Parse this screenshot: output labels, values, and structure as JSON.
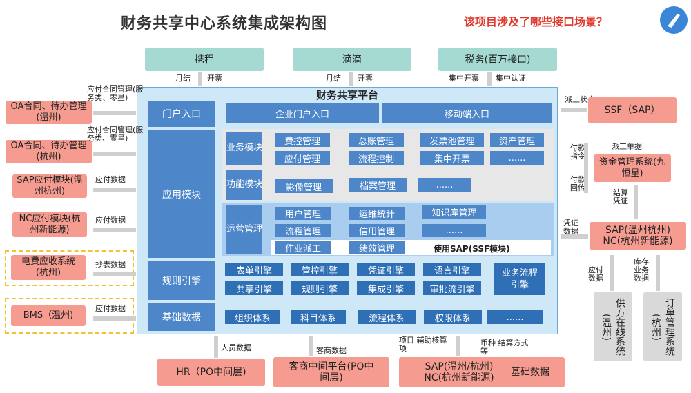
{
  "title": "财务共享中心系统集成架构图",
  "question": "该项目涉及了哪些接口场景？",
  "top_systems": [
    {
      "name": "携程",
      "labels": [
        "月结",
        "开票"
      ]
    },
    {
      "name": "滴滴",
      "labels": [
        "月结",
        "开票"
      ]
    },
    {
      "name": "税务(百万接口)",
      "labels": [
        "集中开票",
        "集中认证"
      ]
    }
  ],
  "platform": {
    "title": "财务共享平台",
    "portal": {
      "header": "门户入口",
      "items": [
        "企业门户入口",
        "移动端入口"
      ]
    },
    "app": {
      "header": "应用模块",
      "business": {
        "label": "业务模块",
        "items": [
          "费控管理",
          "总账管理",
          "发票池管理",
          "资产管理",
          "应付管理",
          "流程控制",
          "集中开票",
          "......"
        ]
      },
      "function": {
        "label": "功能模块",
        "items": [
          "影像管理",
          "档案管理",
          "......"
        ]
      },
      "ops": {
        "label": "运营管理",
        "items": [
          "用户管理",
          "运维统计",
          "知识库管理",
          "流程管理",
          "信用管理",
          "......",
          "作业派工",
          "绩效管理"
        ],
        "note": "使用SAP(SSF模块)"
      }
    },
    "rules": {
      "header": "规则引擎",
      "items": [
        "表单引擎",
        "管控引擎",
        "凭证引擎",
        "语言引擎",
        "共享引擎",
        "规则引擎",
        "集成引擎",
        "审批流引擎"
      ],
      "big": "业务流程引擎"
    },
    "base": {
      "header": "基础数据",
      "items": [
        "组织体系",
        "科目体系",
        "流程体系",
        "权限体系",
        "......"
      ]
    }
  },
  "left_systems": [
    {
      "name": "OA合同、待办管理(温州)",
      "note": "应付合同管理(服务类、零星)"
    },
    {
      "name": "OA合同、待办管理(杭州)",
      "note": "应付合同管理(服务类、零星)"
    },
    {
      "name": "SAP应付模块(温州杭州)",
      "note": "应付数据"
    },
    {
      "name": "NC应付模块(杭州新能源)",
      "note": "应付数据"
    },
    {
      "name": "电费应收系统(杭州)",
      "note": "抄表数据"
    },
    {
      "name": "BMS（温州)",
      "note": "应付数据"
    }
  ],
  "right": {
    "ssf": "SSF（SAP）",
    "ssf_label": "派工状态",
    "fund": "资金管理系统(九恒星)",
    "fund_label_top": "派工单据",
    "fund_in_1": "付款指令",
    "fund_in_2": "付款回传",
    "settle": "结算凭证",
    "voucher": "凭证数据",
    "sap_nc": "SAP(温州杭州) NC(杭州新能源)",
    "payable": "应付数据",
    "stock": "库存业务数据",
    "supplier": "供方在线系统(温州)",
    "order": "订单管理系统(杭州)"
  },
  "bottom": [
    {
      "name": "HR（PO中间层)",
      "label": "人员数据"
    },
    {
      "name": "客商中间平台(PO中间层)",
      "label": "客商数据"
    },
    {
      "name": "SAP(温州/杭州) NC(杭州新能源)",
      "extra": "基础数据",
      "label1": "项目 辅助核算项",
      "label2": "币种 结算方式等"
    }
  ]
}
